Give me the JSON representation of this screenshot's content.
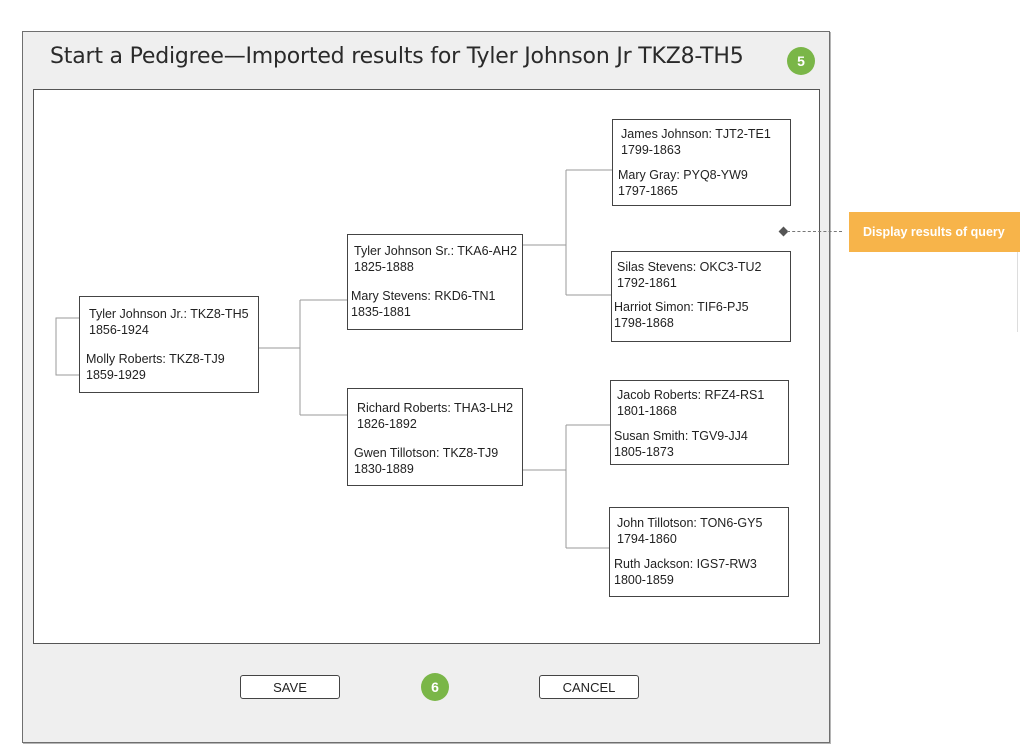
{
  "dialog": {
    "title": "Start a Pedigree—Imported results for Tyler Johnson Jr TKZ8-TH5",
    "step_badge_top": "5",
    "step_badge_bottom": "6",
    "save_label": "SAVE",
    "cancel_label": "CANCEL"
  },
  "annotation": {
    "label": "Display results of query"
  },
  "pedigree": {
    "root": {
      "p1_name": "Tyler Johnson Jr.: TKZ8-TH5",
      "p1_years": "1856-1924",
      "p2_name": "Molly Roberts: TKZ8-TJ9",
      "p2_years": "1859-1929"
    },
    "parents_paternal": {
      "p1_name": "Tyler Johnson Sr.: TKA6-AH2",
      "p1_years": "1825-1888",
      "p2_name": "Mary Stevens: RKD6-TN1",
      "p2_years": "1835-1881"
    },
    "parents_maternal": {
      "p1_name": "Richard Roberts: THA3-LH2",
      "p1_years": "1826-1892",
      "p2_name": "Gwen Tillotson: TKZ8-TJ9",
      "p2_years": "1830-1889"
    },
    "gp1": {
      "p1_name": "James Johnson: TJT2-TE1",
      "p1_years": "1799-1863",
      "p2_name": "Mary Gray: PYQ8-YW9",
      "p2_years": "1797-1865"
    },
    "gp2": {
      "p1_name": "Silas Stevens: OKC3-TU2",
      "p1_years": "1792-1861",
      "p2_name": "Harriot Simon: TIF6-PJ5",
      "p2_years": "1798-1868"
    },
    "gp3": {
      "p1_name": "Jacob Roberts: RFZ4-RS1",
      "p1_years": "1801-1868",
      "p2_name": "Susan Smith: TGV9-JJ4",
      "p2_years": "1805-1873"
    },
    "gp4": {
      "p1_name": "John Tillotson: TON6-GY5",
      "p1_years": "1794-1860",
      "p2_name": "Ruth Jackson: IGS7-RW3",
      "p2_years": "1800-1859"
    }
  }
}
